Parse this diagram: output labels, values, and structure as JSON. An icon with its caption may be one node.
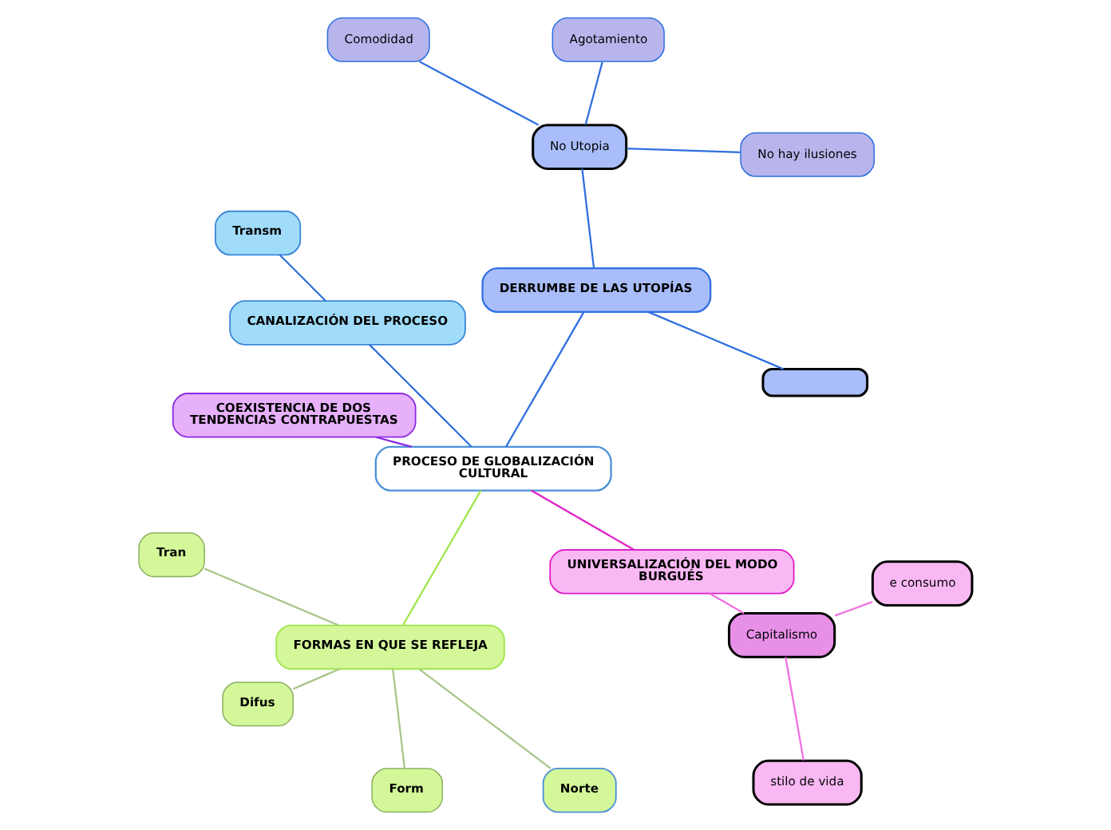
{
  "diagram": {
    "nodes": [
      {
        "text": [
          "PROCESO DE GLOBALIZACIÓN CULTURAL"
        ]
      },
      {
        "text": [
          "DERRUMBE DE LAS UTOPÍAS"
        ]
      },
      {
        "text": [],
        "shape": "box"
      },
      {
        "text": [
          "No Utopia"
        ]
      },
      {
        "text": [
          "No hay ilusiones"
        ]
      },
      {
        "text": [
          "Agotamiento"
        ]
      },
      {
        "text": [
          "Comodidad"
        ]
      },
      {
        "text": [
          "CANALIZACIÓN DEL PROCESO"
        ]
      },
      {
        "text": [
          "Transm"
        ]
      },
      {
        "text": [
          "COEXISTENCIA DE DOS TENDENCIAS CONTRAPUESTAS"
        ]
      },
      {
        "text": [
          "FORMAS EN QUE SE REFLEJA"
        ]
      },
      {
        "text": [
          "Tran"
        ]
      },
      {
        "text": [
          "Difus"
        ]
      },
      {
        "text": [
          "Form"
        ]
      },
      {
        "text": [
          "Norte"
        ]
      },
      {
        "text": [
          "UNIVERSALIZACIÓN DEL MODO BURGUÉS"
        ]
      },
      {
        "text": [
          "Capitalismo"
        ]
      },
      {
        "text": [
          "stilo de vida"
        ]
      },
      {
        "text": [
          "e consumo"
        ]
      }
    ],
    "edges": [
      {
        "from": 0,
        "to": 1,
        "arrow": "none",
        "color": "#2f6fe0"
      },
      {
        "from": 1,
        "to": 2,
        "arrow": "none",
        "color": "#2f6fe0"
      },
      {
        "from": 1,
        "to": 3,
        "arrow": "none",
        "color": "#2f6fe0"
      },
      {
        "from": 3,
        "to": 4,
        "arrow": "none",
        "color": "#2f6fe0"
      },
      {
        "from": 3,
        "to": 5,
        "arrow": "none",
        "color": "#2f6fe0"
      },
      {
        "from": 3,
        "to": 6,
        "arrow": "none",
        "color": "#2f6fe0"
      },
      {
        "from": 0,
        "to": 7,
        "arrow": "none",
        "color": "#2f6fe0"
      },
      {
        "from": 7,
        "to": 8,
        "arrow": "none",
        "color": "#2f6fe0"
      },
      {
        "from": 0,
        "to": 9,
        "arrow": "none",
        "color": "#8a2be2"
      },
      {
        "from": 0,
        "to": 10,
        "arrow": "none",
        "color": "#9ee64a"
      },
      {
        "from": 10,
        "to": 11,
        "arrow": "none",
        "color": "#a8c48a"
      },
      {
        "from": 10,
        "to": 12,
        "arrow": "none",
        "color": "#a8c48a"
      },
      {
        "from": 10,
        "to": 13,
        "arrow": "none",
        "color": "#a8c48a"
      },
      {
        "from": 10,
        "to": 14,
        "arrow": "none",
        "color": "#a8c48a"
      },
      {
        "from": 0,
        "to": 15,
        "arrow": "none",
        "color": "#e020c8"
      },
      {
        "from": 15,
        "to": 16,
        "arrow": "none",
        "color": "#f070e0"
      },
      {
        "from": 16,
        "to": 17,
        "arrow": "none",
        "color": "#f070e0"
      },
      {
        "from": 16,
        "to": 18,
        "arrow": "none",
        "color": "#f070e0"
      }
    ]
  }
}
